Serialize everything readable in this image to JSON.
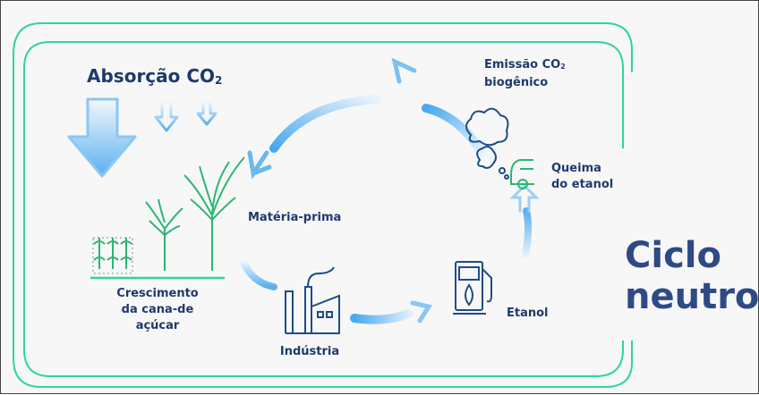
{
  "title": {
    "line1": "Ciclo",
    "line2": "neutro"
  },
  "labels": {
    "absorcao": "Absorção CO",
    "absorcao_sub": "2",
    "emissao_line1": "Emissão CO",
    "emissao_sub": "2",
    "emissao_line2": "biogênico",
    "queima_line1": "Queima",
    "queima_line2": "do etanol",
    "materia_prima": "Matéria-prima",
    "crescimento_line1": "Crescimento",
    "crescimento_line2": "da cana-de",
    "crescimento_line3": "açúcar",
    "industria": "Indústria",
    "etanol": "Etanol"
  },
  "colors": {
    "text": "#1e3a6b",
    "title": "#2e4a86",
    "teal": "#2fd3a6",
    "arrow": "#4aa8ee",
    "plant": "#2bb673"
  }
}
